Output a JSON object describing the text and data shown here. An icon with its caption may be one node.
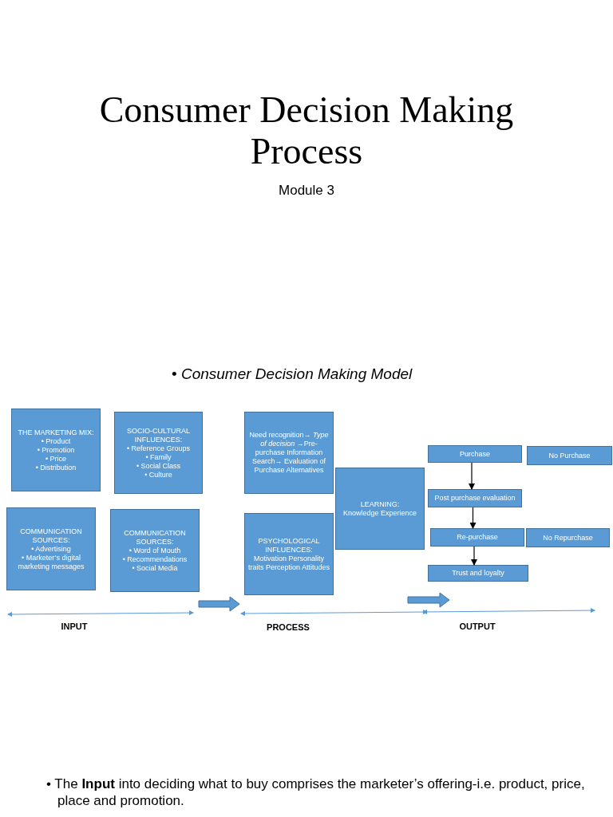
{
  "diagram": {
    "title": "Consumer Decision Making Process",
    "nodes": [
      {
        "text": [
          "THE MARKETING MIX:",
          "• Product",
          "• Promotion",
          "• Price",
          "• Distribution"
        ]
      },
      {
        "text": [
          "SOCIO-CULTURAL INFLUENCES:",
          "• Reference Groups",
          "• Family",
          "• Social Class",
          "• Culture"
        ]
      },
      {
        "text": [
          "COMMUNICATION SOURCES:",
          "• Advertising",
          "• Marketer’s digital marketing messages"
        ]
      },
      {
        "text": [
          "COMMUNICATION SOURCES:",
          "• Word of Mouth",
          "• Recommendations",
          "• Social Media"
        ]
      },
      {
        "text": [
          "Need recognition→ *Type of decision* →Pre-purchase Information Search→ Evaluation of Purchase Alternatives"
        ]
      },
      {
        "text": [
          "PSYCHOLOGICAL INFLUENCES:",
          "Motivation Personality traits Perception Attitudes"
        ]
      },
      {
        "text": [
          "LEARNING:",
          "Knowledge Experience"
        ]
      },
      {
        "text": [
          "Purchase"
        ]
      },
      {
        "text": [
          "No Purchase"
        ]
      },
      {
        "text": [
          "Post purchase evaluation"
        ]
      },
      {
        "text": [
          "Re-purchase"
        ]
      },
      {
        "text": [
          "No Repurchase"
        ]
      },
      {
        "text": [
          "Trust and loyalty"
        ]
      }
    ],
    "edges": [
      {
        "from": 7,
        "to": 9,
        "arrow": "to"
      },
      {
        "from": 9,
        "to": 10,
        "arrow": "to"
      },
      {
        "from": 10,
        "to": 12,
        "arrow": "to"
      },
      {
        "from": 3,
        "to": 5,
        "arrow": "to",
        "style": "thick",
        "color": "#5b9bd5"
      }
    ],
    "labels": [
      "Module 3",
      "• *Consumer Decision Making Model*",
      "INPUT",
      "PROCESS",
      "OUTPUT",
      "• The **Input** into deciding what to buy comprises the marketer’s offering-i.e. product, price, place and promotion."
    ]
  }
}
